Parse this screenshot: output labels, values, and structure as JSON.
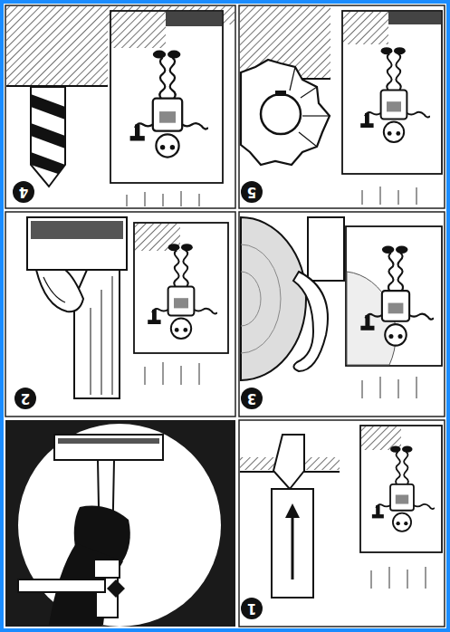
{
  "diagram": {
    "labels": [
      "4",
      "5",
      "2",
      "3",
      "1"
    ]
  }
}
